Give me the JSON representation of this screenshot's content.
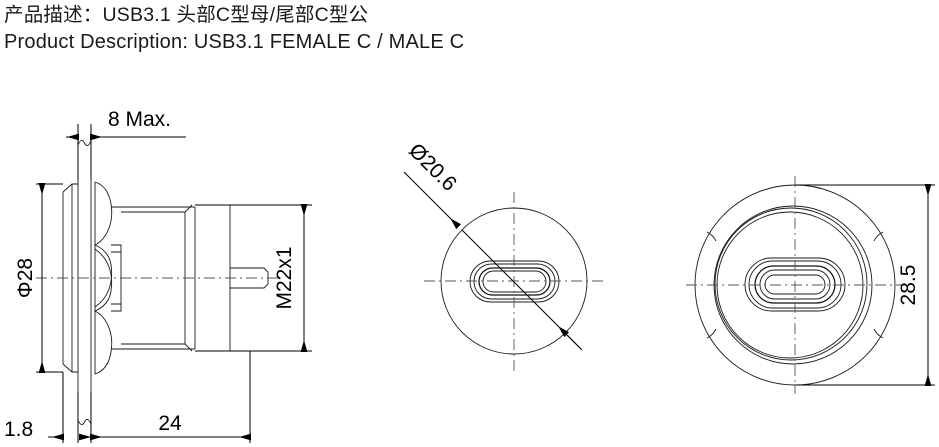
{
  "header": {
    "chinese_description": "产品描述：USB3.1 头部C型母/尾部C型公",
    "english_description": "Product Description: USB3.1  FEMALE C / MALE C"
  },
  "views": {
    "side_section": {
      "name": "side-section-view",
      "dimensions": {
        "thickness_max": "8 Max.",
        "flange_diameter": "Φ28",
        "thread": "M22x1",
        "flange_thickness": "1.8",
        "body_length": "24"
      }
    },
    "front_small": {
      "name": "front-face-view",
      "dimensions": {
        "face_diameter": "Ø20.6"
      }
    },
    "front_large": {
      "name": "rear-face-view",
      "dimensions": {
        "outer_diameter": "28.5"
      }
    }
  },
  "colors": {
    "line": "#1a1a1a",
    "center_line": "#555555",
    "background": "#ffffff",
    "text": "#000000"
  }
}
